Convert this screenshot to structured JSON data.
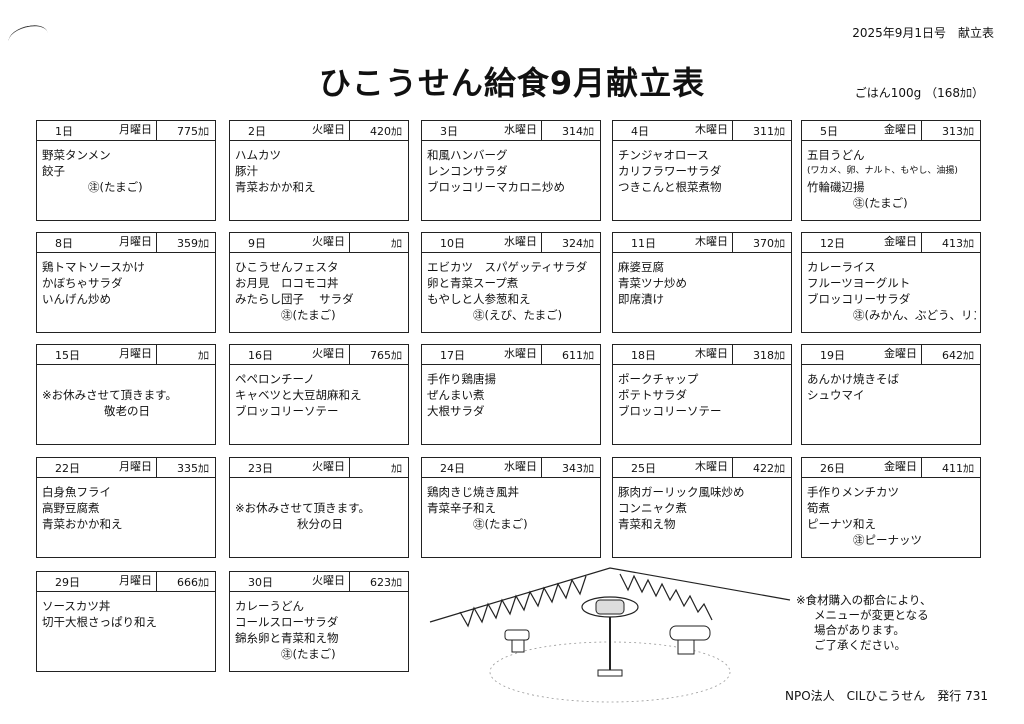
{
  "header": {
    "issue": "2025年9月1日号　献立表",
    "title": "ひこうせん給食9月献立表",
    "rice_note": "ごはん100g （168ｶﾛ）"
  },
  "days": [
    {
      "date": "1日",
      "weekday": "月曜日",
      "kcal": "775ｶﾛ",
      "lines": [
        "野菜タンメン",
        "餃子",
        "㊟(たまご)"
      ]
    },
    {
      "date": "2日",
      "weekday": "火曜日",
      "kcal": "420ｶﾛ",
      "lines": [
        "ハムカツ",
        "豚汁",
        "青菜おかか和え"
      ]
    },
    {
      "date": "3日",
      "weekday": "水曜日",
      "kcal": "314ｶﾛ",
      "lines": [
        "和風ハンバーグ",
        "レンコンサラダ",
        "ブロッコリーマカロニ炒め"
      ]
    },
    {
      "date": "4日",
      "weekday": "木曜日",
      "kcal": "311ｶﾛ",
      "lines": [
        "チンジャオロース",
        "カリフラワーサラダ",
        "つきこんと根菜煮物"
      ]
    },
    {
      "date": "5日",
      "weekday": "金曜日",
      "kcal": "313ｶﾛ",
      "lines": [
        "五目うどん",
        "(ワカメ、卵、ナルト、もやし、油揚)",
        "竹輪磯辺揚",
        "㊟(たまご)"
      ]
    },
    {
      "date": "8日",
      "weekday": "月曜日",
      "kcal": "359ｶﾛ",
      "lines": [
        "鶏トマトソースかけ",
        "かぼちゃサラダ",
        "いんげん炒め"
      ]
    },
    {
      "date": "9日",
      "weekday": "火曜日",
      "kcal": "ｶﾛ",
      "lines": [
        "ひこうせんフェスタ",
        "お月見　ロコモコ丼",
        "みたらし団子　 サラダ",
        "㊟(たまご)"
      ]
    },
    {
      "date": "10日",
      "weekday": "水曜日",
      "kcal": "324ｶﾛ",
      "lines": [
        "エビカツ　スパゲッティサラダ",
        "卵と青菜スープ煮",
        "もやしと人参葱和え",
        "㊟(えび、たまご)"
      ]
    },
    {
      "date": "11日",
      "weekday": "木曜日",
      "kcal": "370ｶﾛ",
      "lines": [
        "麻婆豆腐",
        "青菜ツナ炒め",
        "即席漬け"
      ]
    },
    {
      "date": "12日",
      "weekday": "金曜日",
      "kcal": "413ｶﾛ",
      "lines": [
        "カレーライス",
        "フルーツヨーグルト",
        "ブロッコリーサラダ",
        "㊟(みかん、ぶどう、リンゴ、桃、なし)"
      ]
    },
    {
      "date": "15日",
      "weekday": "月曜日",
      "kcal": "ｶﾛ",
      "lines": [
        "※お休みさせて頂きます。",
        "敬老の日"
      ]
    },
    {
      "date": "16日",
      "weekday": "火曜日",
      "kcal": "765ｶﾛ",
      "lines": [
        "ペペロンチーノ",
        "キャベツと大豆胡麻和え",
        "ブロッコリーソテー"
      ]
    },
    {
      "date": "17日",
      "weekday": "水曜日",
      "kcal": "611ｶﾛ",
      "lines": [
        "手作り鶏唐揚",
        "ぜんまい煮",
        "大根サラダ"
      ]
    },
    {
      "date": "18日",
      "weekday": "木曜日",
      "kcal": "318ｶﾛ",
      "lines": [
        "ポークチャップ",
        "ポテトサラダ",
        "ブロッコリーソテー"
      ]
    },
    {
      "date": "19日",
      "weekday": "金曜日",
      "kcal": "642ｶﾛ",
      "lines": [
        "あんかけ焼きそば",
        "シュウマイ"
      ]
    },
    {
      "date": "22日",
      "weekday": "月曜日",
      "kcal": "335ｶﾛ",
      "lines": [
        "白身魚フライ",
        "高野豆腐煮",
        "青菜おかか和え"
      ]
    },
    {
      "date": "23日",
      "weekday": "火曜日",
      "kcal": "ｶﾛ",
      "lines": [
        "※お休みさせて頂きます。",
        "秋分の日"
      ]
    },
    {
      "date": "24日",
      "weekday": "水曜日",
      "kcal": "343ｶﾛ",
      "lines": [
        "鶏肉きじ焼き風丼",
        "青菜辛子和え",
        "㊟(たまご)"
      ]
    },
    {
      "date": "25日",
      "weekday": "木曜日",
      "kcal": "422ｶﾛ",
      "lines": [
        "豚肉ガーリック風味炒め",
        "コンニャク煮",
        "青菜和え物"
      ]
    },
    {
      "date": "26日",
      "weekday": "金曜日",
      "kcal": "411ｶﾛ",
      "lines": [
        "手作りメンチカツ",
        "筍煮",
        "ピーナツ和え",
        "㊟ピーナッツ"
      ]
    },
    {
      "date": "29日",
      "weekday": "月曜日",
      "kcal": "666ｶﾛ",
      "lines": [
        "ソースカツ丼",
        "切干大根さっぱり和え"
      ]
    },
    {
      "date": "30日",
      "weekday": "火曜日",
      "kcal": "623ｶﾛ",
      "lines": [
        "カレーうどん",
        "コールスローサラダ",
        "錦糸卵と青菜和え物",
        "㊟(たまご)"
      ]
    }
  ],
  "footer": {
    "note_lines": [
      "※食材購入の都合により、",
      "メニューが変更となる",
      "場合があります。",
      "ご了承ください。"
    ],
    "publisher": "NPO法人　CILひこうせん　発行 731"
  }
}
